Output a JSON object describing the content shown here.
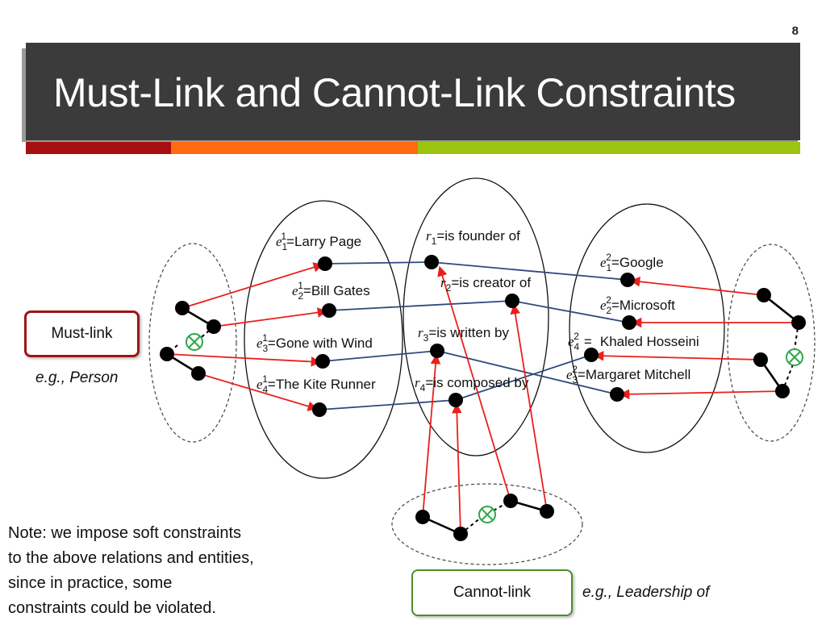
{
  "slide": {
    "page_number": "8",
    "title": "Must-Link and Cannot-Link Constraints",
    "stripe_colors": [
      "#a50f0f",
      "#ff6a13",
      "#9bc511"
    ]
  },
  "diagram": {
    "entities_left": [
      {
        "sym": "e",
        "sub": "1",
        "sup": "1",
        "text": "=Larry Page"
      },
      {
        "sym": "e",
        "sub": "2",
        "sup": "1",
        "text": "=Bill Gates"
      },
      {
        "sym": "e",
        "sub": "3",
        "sup": "1",
        "text": "=Gone with Wind"
      },
      {
        "sym": "e",
        "sub": "4",
        "sup": "1",
        "text": "=The Kite Runner"
      }
    ],
    "relations": [
      {
        "sym": "r",
        "sub": "1",
        "text": "=is founder of"
      },
      {
        "sym": "r",
        "sub": "2",
        "text": "=is creator of"
      },
      {
        "sym": "r",
        "sub": "3",
        "text": "=is written by"
      },
      {
        "sym": "r",
        "sub": "4",
        "text": "=is composed by"
      }
    ],
    "entities_right": [
      {
        "sym": "e",
        "sub": "1",
        "sup": "2",
        "text": "=Google"
      },
      {
        "sym": "e",
        "sub": "2",
        "sup": "2",
        "text": "=Microsoft"
      },
      {
        "sym": "e",
        "sub": "4",
        "sup": "2",
        "text": "Khaled Hosseini",
        "op": "="
      },
      {
        "sym": "e",
        "sub": "3",
        "sup": "2",
        "text": "=Margaret Mitchell"
      }
    ],
    "colors": {
      "triple_edge": "#2e4a7d",
      "constraint_arrow": "#e8201c",
      "node": "#000000",
      "cannot_mark": "#2ca84a"
    }
  },
  "must_link": {
    "label": "Must-link",
    "example": "e.g., Person",
    "border_color": "#a11414"
  },
  "cannot_link": {
    "label": "Cannot-link",
    "example": "e.g., Leadership of",
    "border_color": "#4e8d2c"
  },
  "note": {
    "lines": [
      "Note: we impose soft constraints",
      "to the above relations and entities,",
      "since in practice, some",
      "constraints could be violated."
    ]
  }
}
